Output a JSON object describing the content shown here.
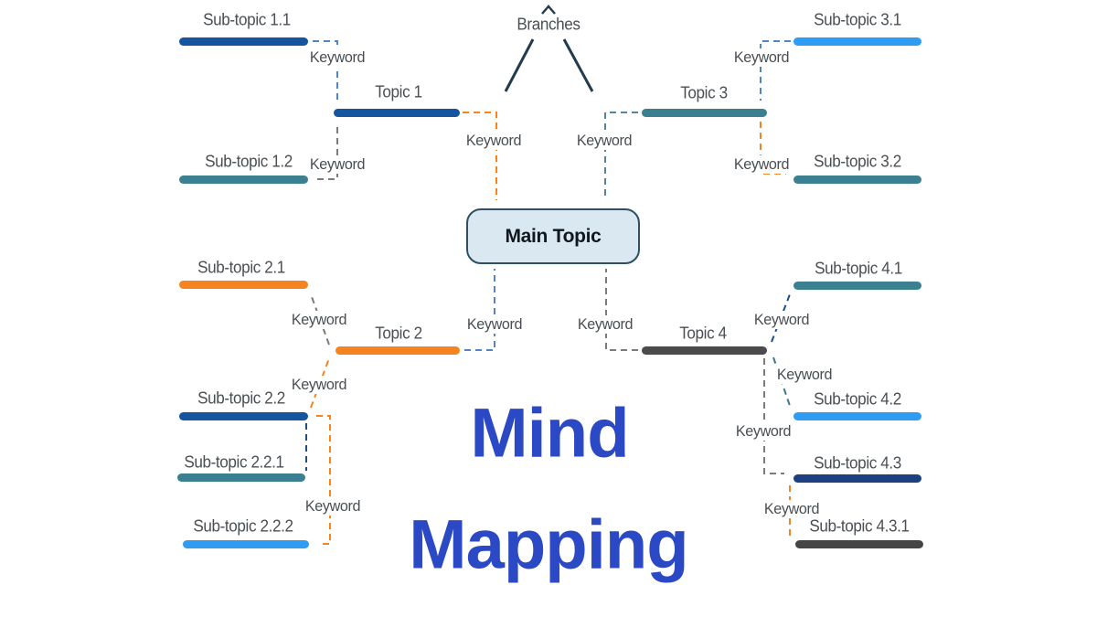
{
  "title": {
    "line1": "Mind",
    "line2": "Mapping"
  },
  "labels": {
    "keyword": "Keyword",
    "branches": "Branches"
  },
  "nodes": {
    "main": {
      "label": "Main Topic"
    },
    "topic1": {
      "label": "Topic 1"
    },
    "topic2": {
      "label": "Topic 2"
    },
    "topic3": {
      "label": "Topic 3"
    },
    "topic4": {
      "label": "Topic 4"
    },
    "sub11": {
      "label": "Sub-topic 1.1"
    },
    "sub12": {
      "label": "Sub-topic 1.2"
    },
    "sub21": {
      "label": "Sub-topic 2.1"
    },
    "sub22": {
      "label": "Sub-topic 2.2"
    },
    "sub221": {
      "label": "Sub-topic 2.2.1"
    },
    "sub222": {
      "label": "Sub-topic 2.2.2"
    },
    "sub31": {
      "label": "Sub-topic 3.1"
    },
    "sub32": {
      "label": "Sub-topic 3.2"
    },
    "sub41": {
      "label": "Sub-topic 4.1"
    },
    "sub42": {
      "label": "Sub-topic 4.2"
    },
    "sub43": {
      "label": "Sub-topic 4.3"
    },
    "sub431": {
      "label": "Sub-topic 4.3.1"
    }
  },
  "colors": {
    "bar_dark_blue": "#15549e",
    "bar_teal": "#3a8090",
    "bar_sky": "#2f9cf4",
    "bar_orange": "#f5831f",
    "bar_dark_gray": "#4b4b4b",
    "bar_navy": "#1d4080",
    "bar_charcoal": "#454545",
    "arrow_blue": "#5585bf",
    "arrow_steel": "#4f86a8",
    "arrow_gray": "#7b7b7b",
    "arrow_orange": "#f5831f",
    "arrow_navy": "#1b4f86",
    "arrow_teal": "#41758c",
    "arrow_dark": "#223c4e",
    "label_text": "#4a4f54",
    "title_blue": "#2b49c4",
    "main_topic_fill": "#d9e8f1",
    "main_topic_border": "#2f4f63",
    "main_topic_text": "#10181e"
  }
}
